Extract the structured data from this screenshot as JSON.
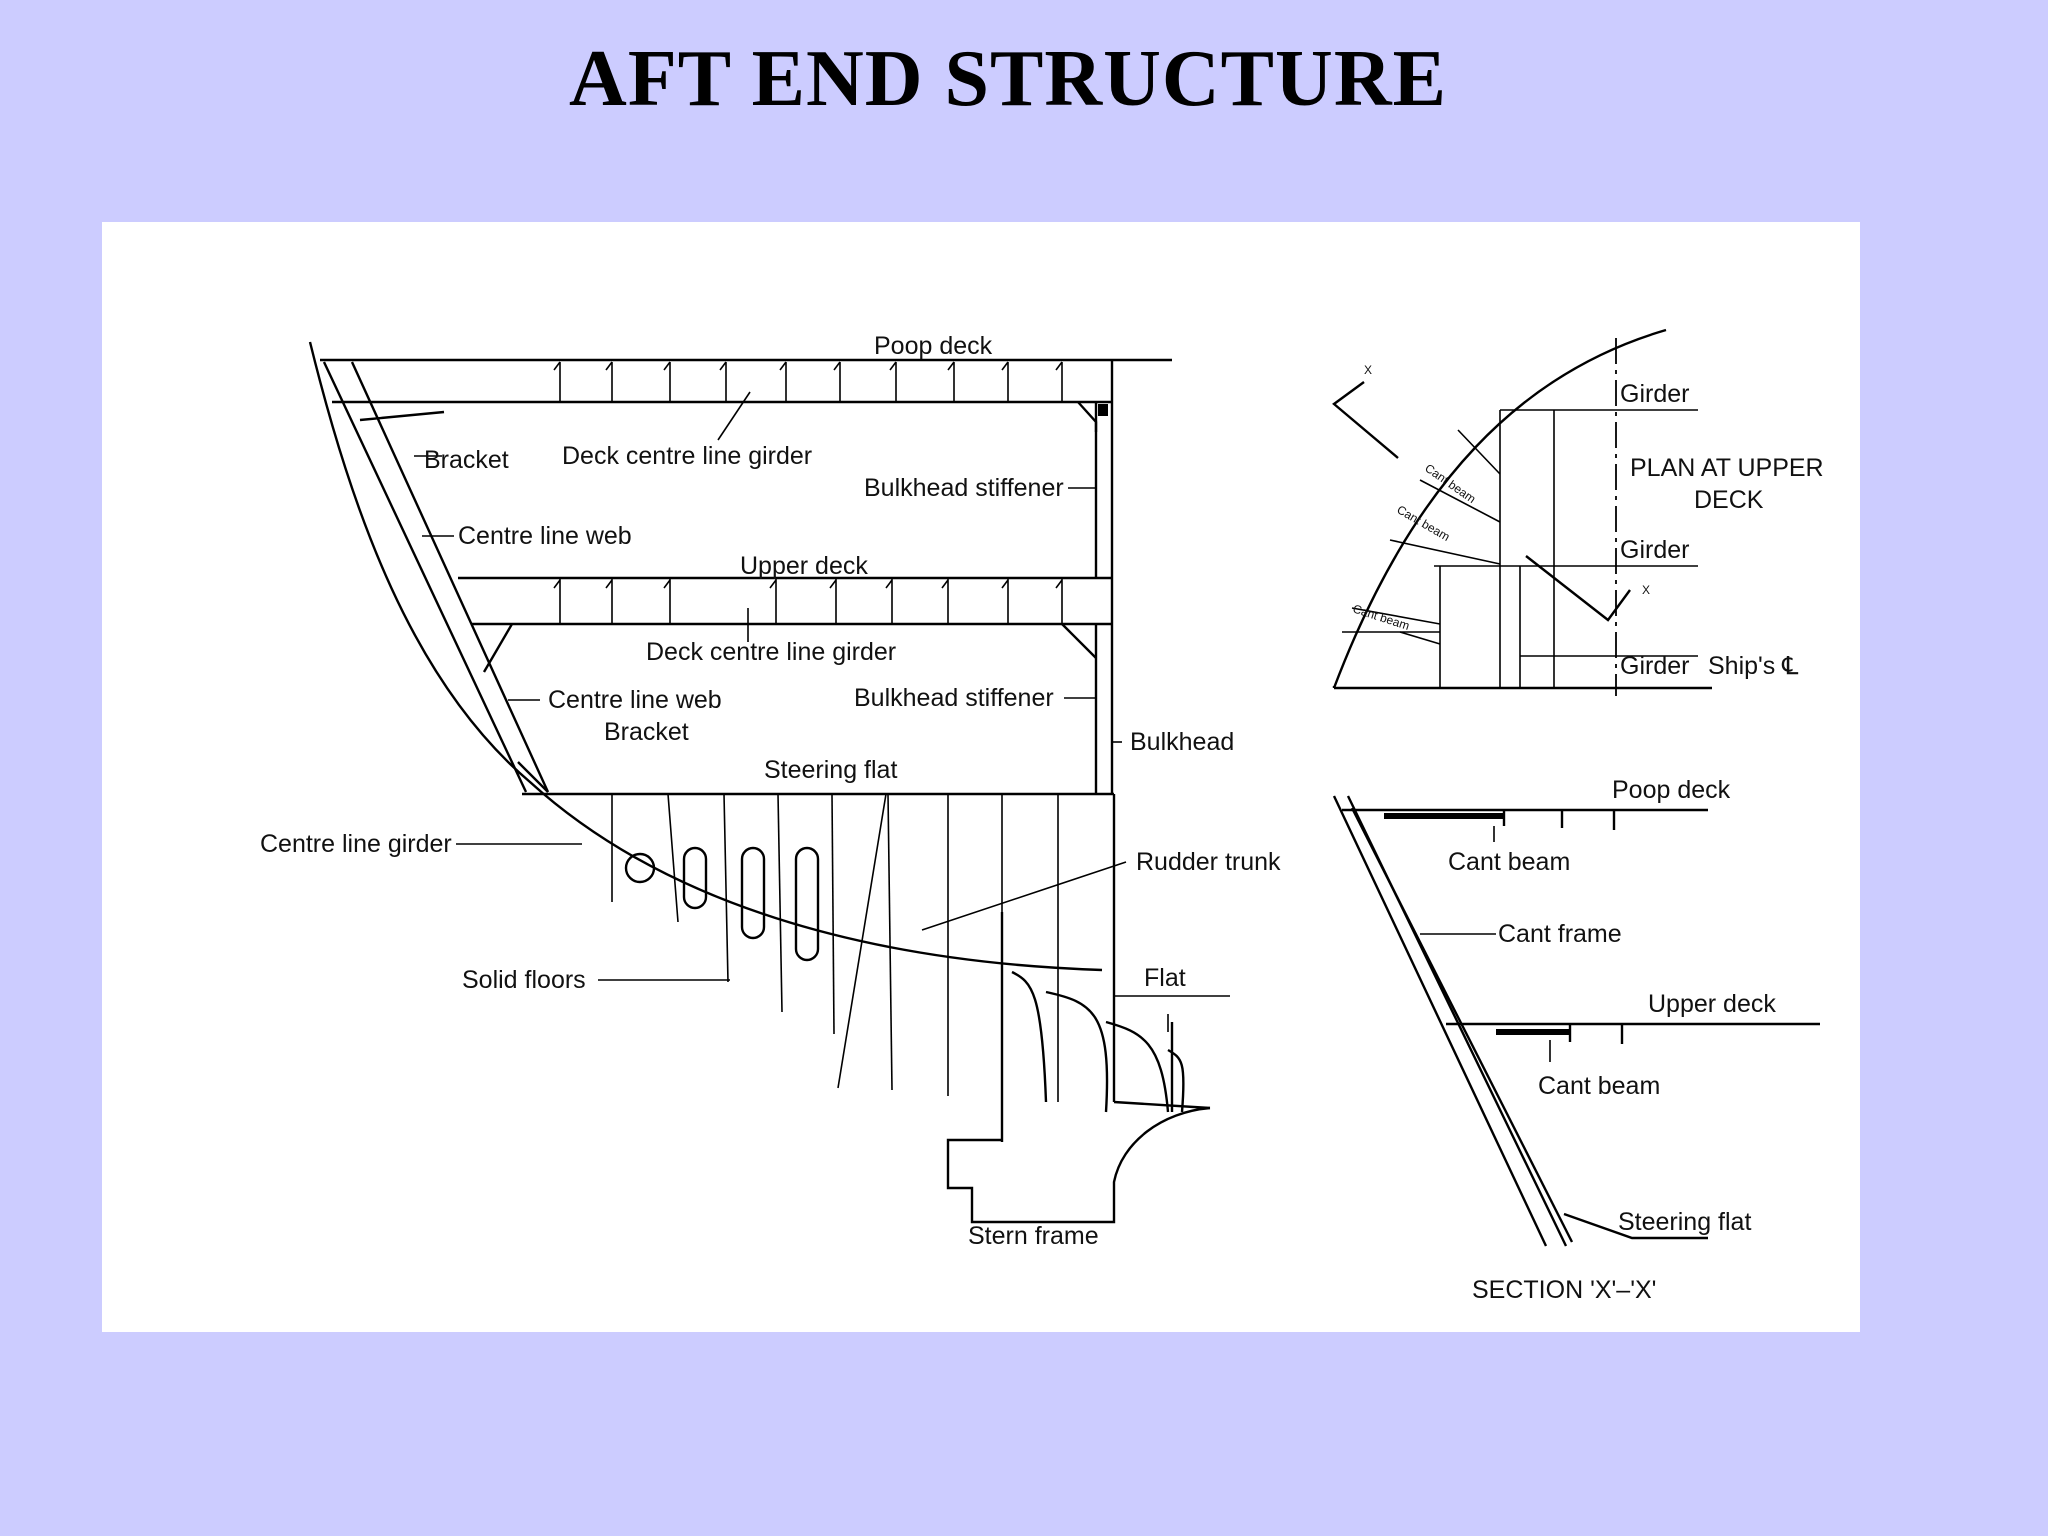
{
  "title": "AFT END STRUCTURE",
  "labels": {
    "poop_deck": "Poop deck",
    "bracket_top": "Bracket",
    "deck_centre_line_girder_top": "Deck centre line girder",
    "bulkhead_stiffener_top": "Bulkhead stiffener",
    "centre_line_web_top": "Centre line web",
    "upper_deck": "Upper deck",
    "deck_centre_line_girder_mid": "Deck centre line girder",
    "centre_line_web_mid": "Centre line web",
    "bulkhead_stiffener_mid": "Bulkhead stiffener",
    "bracket_mid": "Bracket",
    "bulkhead": "Bulkhead",
    "steering_flat": "Steering flat",
    "centre_line_girder": "Centre line girder",
    "rudder_trunk": "Rudder trunk",
    "solid_floors": "Solid floors",
    "flat": "Flat",
    "stern_frame": "Stern frame"
  },
  "plan": {
    "title_line1": "PLAN AT UPPER",
    "title_line2": "DECK",
    "girder_1": "Girder",
    "girder_2": "Girder",
    "girder_3": "Girder",
    "ships_cl": "Ship's ℄",
    "marker_top": "X",
    "marker_bottom": "X",
    "cant_beam_1": "Cant beam",
    "cant_beam_2": "Cant beam",
    "cant_beam_3": "Cant beam"
  },
  "section": {
    "poop_deck": "Poop deck",
    "cant_beam_1": "Cant beam",
    "cant_frame": "Cant frame",
    "upper_deck": "Upper deck",
    "cant_beam_2": "Cant beam",
    "steering_flat": "Steering flat",
    "caption": "SECTION 'X'–'X'"
  }
}
